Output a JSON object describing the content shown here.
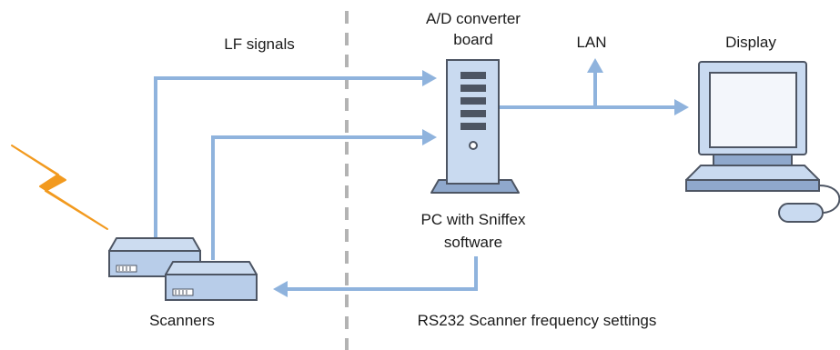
{
  "labels": {
    "lf_signals": "LF signals",
    "ad_converter_line1": "A/D converter",
    "ad_converter_line2": "board",
    "lan": "LAN",
    "display": "Display",
    "pc_line1": "PC with Sniffex",
    "pc_line2": "software",
    "scanners": "Scanners",
    "rs232": "RS232 Scanner frequency settings"
  },
  "colors": {
    "connector": "#8fb3dd",
    "divider": "#b3b3b3",
    "device_fill": "#c9daf0",
    "device_outline": "#4d5563",
    "lightning": "#f29a1f"
  },
  "icons": [
    "lightning-icon",
    "scanner-icon",
    "pc-tower-icon",
    "computer-display-icon",
    "mouse-icon"
  ]
}
